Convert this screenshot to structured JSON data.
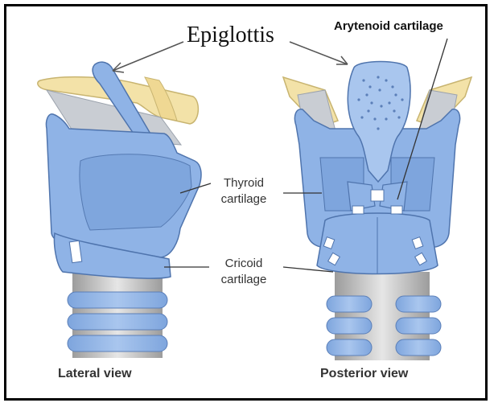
{
  "labels": {
    "epiglottis": "Epiglottis",
    "arytenoid": "Arytenoid cartilage",
    "thyroid_line1": "Thyroid",
    "thyroid_line2": "cartilage",
    "cricoid_line1": "Cricoid",
    "cricoid_line2": "cartilage"
  },
  "captions": {
    "lateral": "Lateral view",
    "posterior": "Posterior view"
  },
  "colors": {
    "cartilage_blue": "#8fb3e6",
    "cartilage_dark": "#6f93cc",
    "hyoid_yellow": "#f3e2a8",
    "trachea_gray": "#cfcfcf",
    "frame": "#000000"
  }
}
